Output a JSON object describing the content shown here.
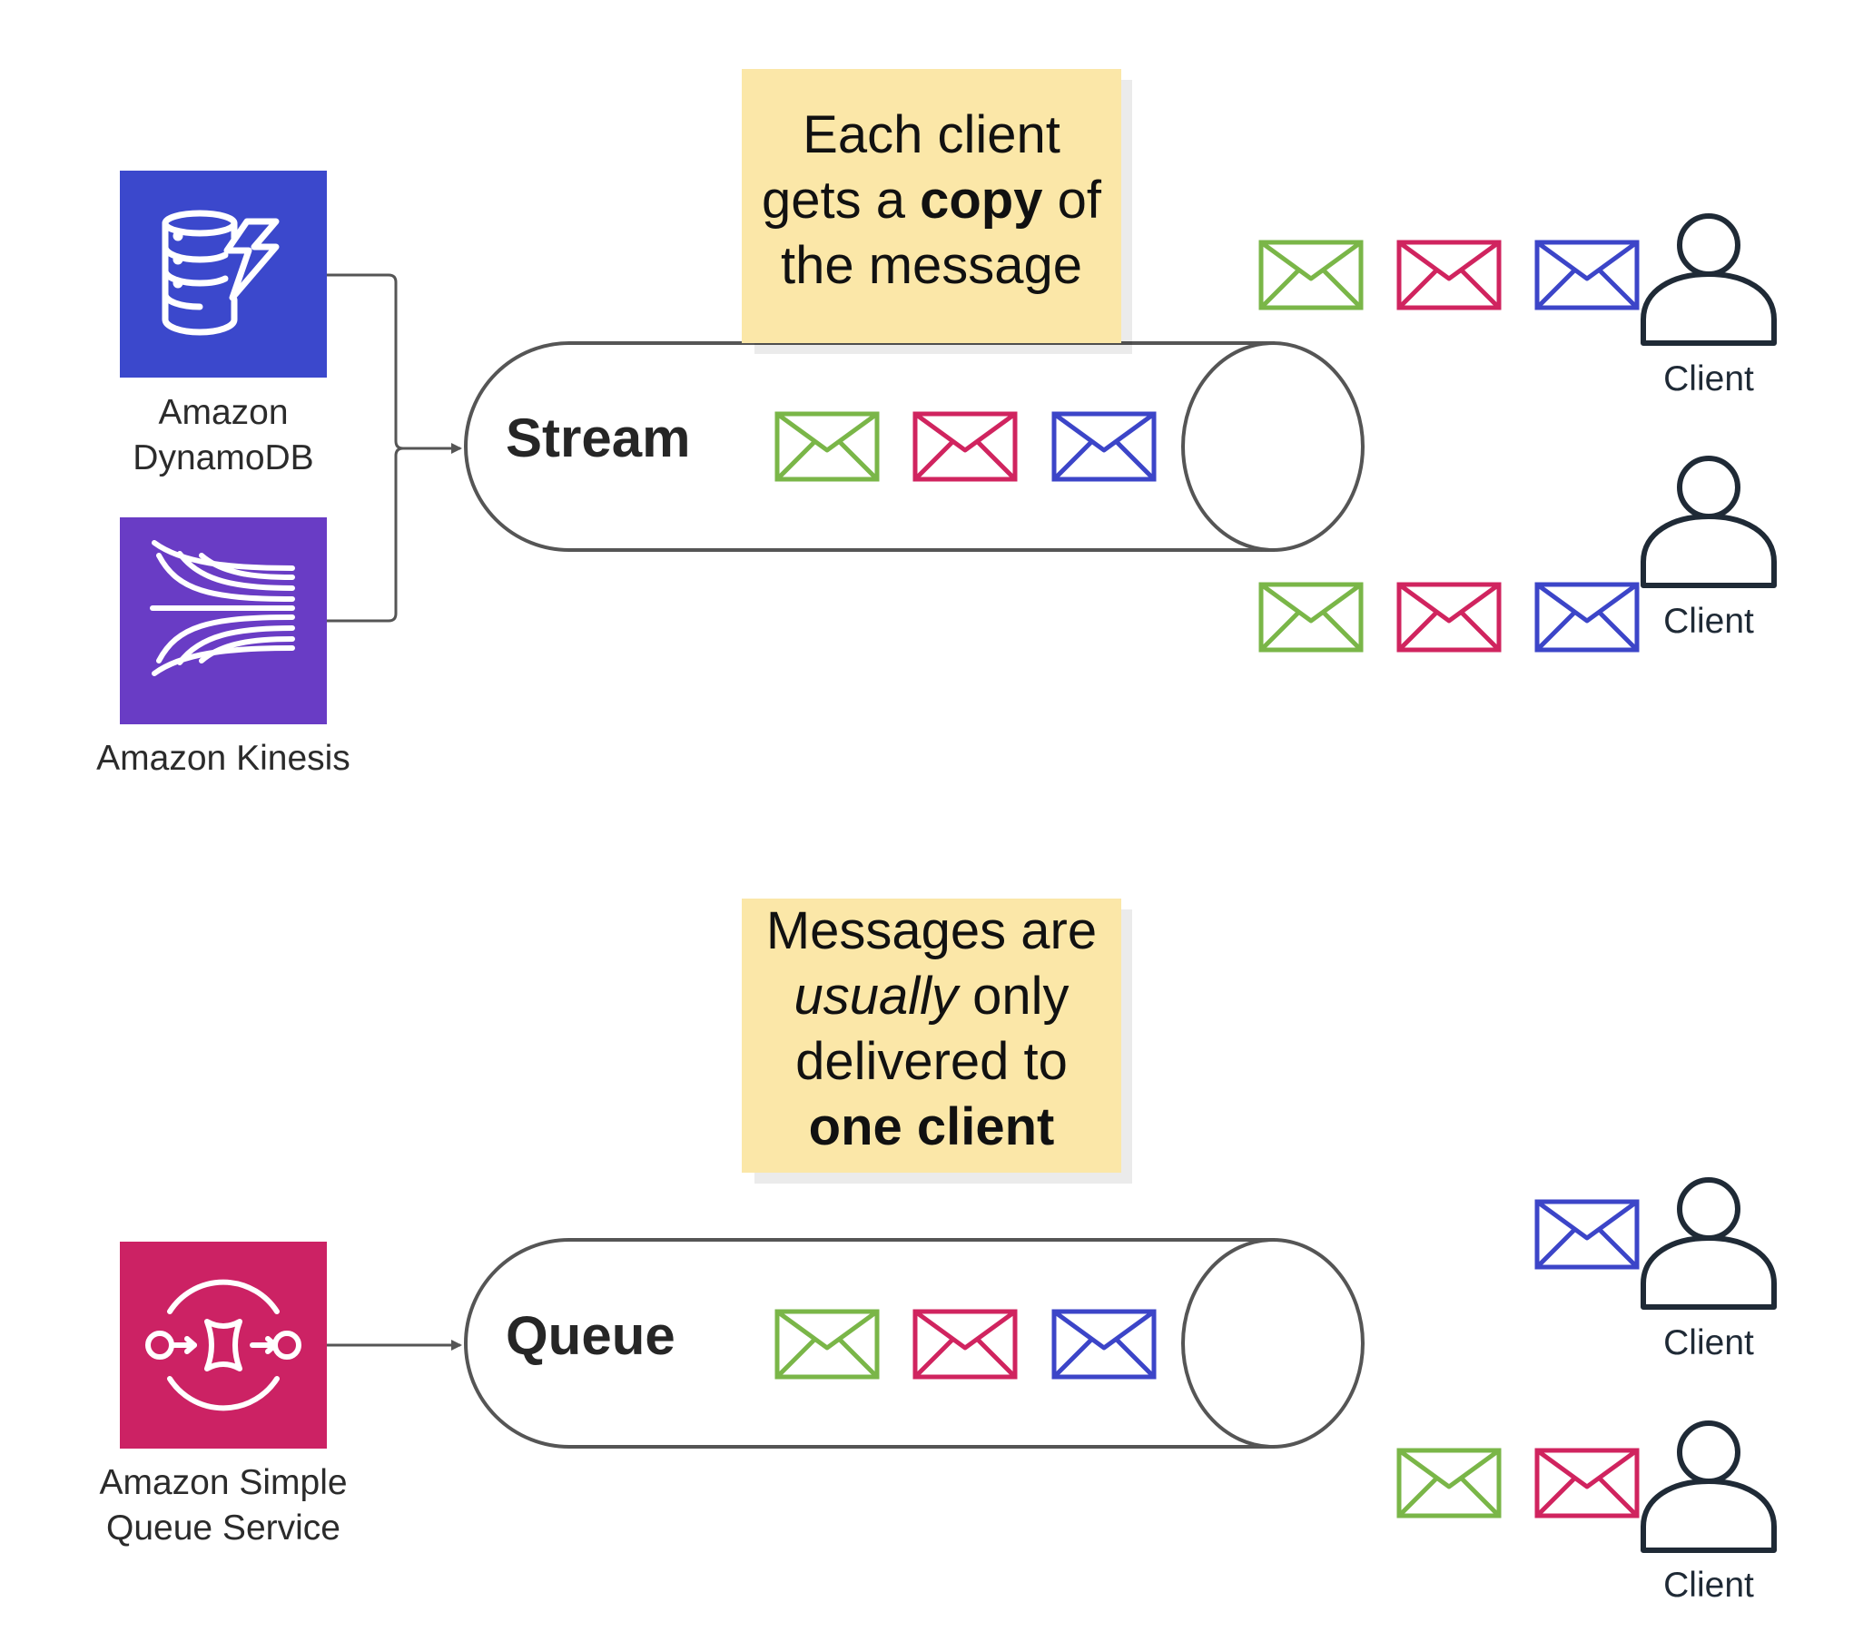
{
  "colors": {
    "dynamodb_bg": "#3b48cc",
    "kinesis_bg": "#693cc5",
    "sqs_bg": "#cc2264",
    "note_bg": "#fbe7a8",
    "env_green": "#7ab648",
    "env_pink": "#d0245f",
    "env_blue": "#3c45c8",
    "person": "#1f2a36",
    "pipe": "#555555"
  },
  "services": {
    "dynamodb": {
      "line1": "Amazon",
      "line2": "DynamoDB",
      "icon": "dynamodb-icon"
    },
    "kinesis": {
      "label": "Amazon Kinesis",
      "icon": "kinesis-icon"
    },
    "sqs": {
      "line1": "Amazon Simple",
      "line2": "Queue Service",
      "icon": "sqs-icon"
    }
  },
  "stream": {
    "title": "Stream",
    "note": {
      "line1": "Each client",
      "line2_pre": "gets a ",
      "line2_bold": "copy",
      "line2_post": " of",
      "line3": "the message"
    },
    "clients": [
      "Client",
      "Client"
    ]
  },
  "queue": {
    "title": "Queue",
    "note": {
      "line1": "Messages are",
      "line2_italic": "usually",
      "line2_post": " only",
      "line3": "delivered to",
      "line4_bold": "one client"
    },
    "clients": [
      "Client",
      "Client"
    ]
  }
}
